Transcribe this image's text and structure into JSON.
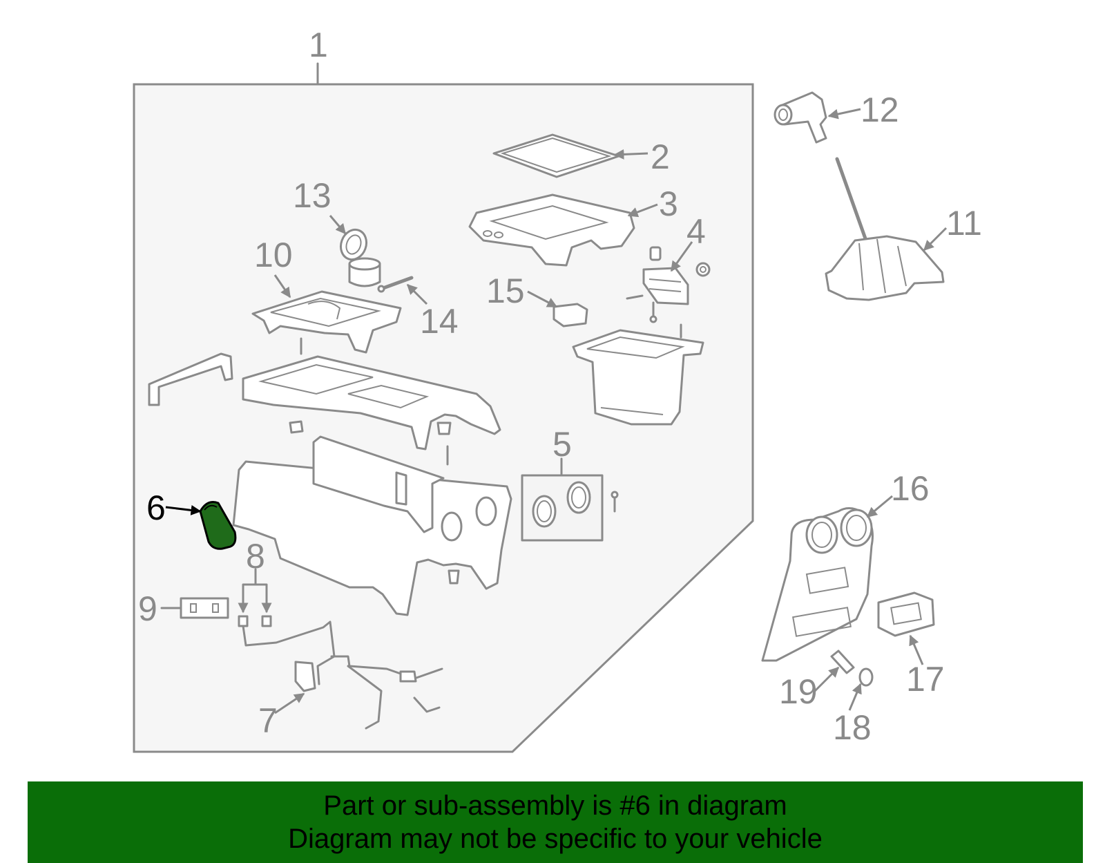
{
  "diagram": {
    "callouts": [
      "1",
      "2",
      "3",
      "4",
      "5",
      "6",
      "7",
      "8",
      "9",
      "10",
      "11",
      "12",
      "13",
      "14",
      "15",
      "16",
      "17",
      "18",
      "19"
    ],
    "highlighted_part": "6",
    "highlight_color": "#1f6b1a",
    "line_color": "#8a8a8a"
  },
  "banner": {
    "line1": "Part or sub-assembly is #6 in diagram",
    "line2": "Diagram may not be specific to your vehicle",
    "background": "#0a6e08"
  }
}
